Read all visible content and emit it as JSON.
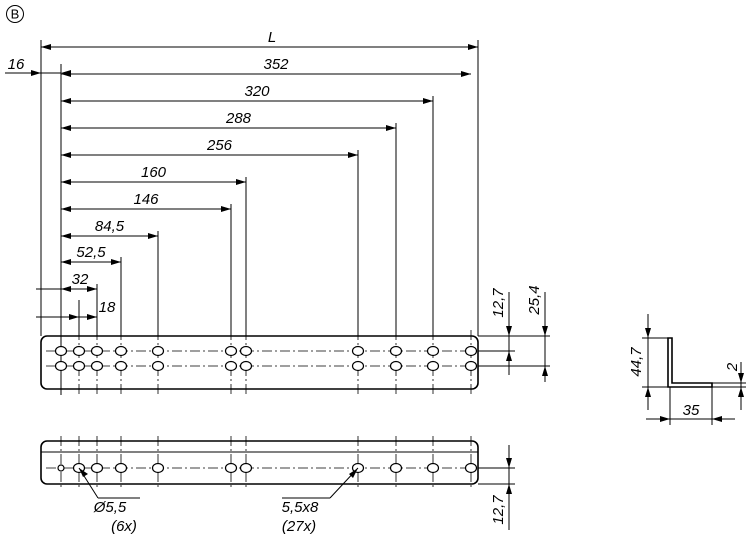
{
  "view_badge": "B",
  "top_view": {
    "dim_overall": "L",
    "dim_offset": "16",
    "dims_from_first_hole": [
      "352",
      "320",
      "288",
      "256",
      "160",
      "146",
      "84,5",
      "52,5",
      "32"
    ],
    "dim_gap": "18",
    "dim_row_to_edge": "12,7",
    "dim_row_spacing": "25,4"
  },
  "bottom_view": {
    "round_hole_label": "Ø5,5",
    "round_hole_count": "(6x)",
    "slot_label": "5,5x8",
    "slot_count": "(27x)",
    "dim_row_to_edge": "12,7"
  },
  "profile_view": {
    "dim_height": "44,7",
    "dim_width": "35",
    "dim_thickness": "2"
  }
}
